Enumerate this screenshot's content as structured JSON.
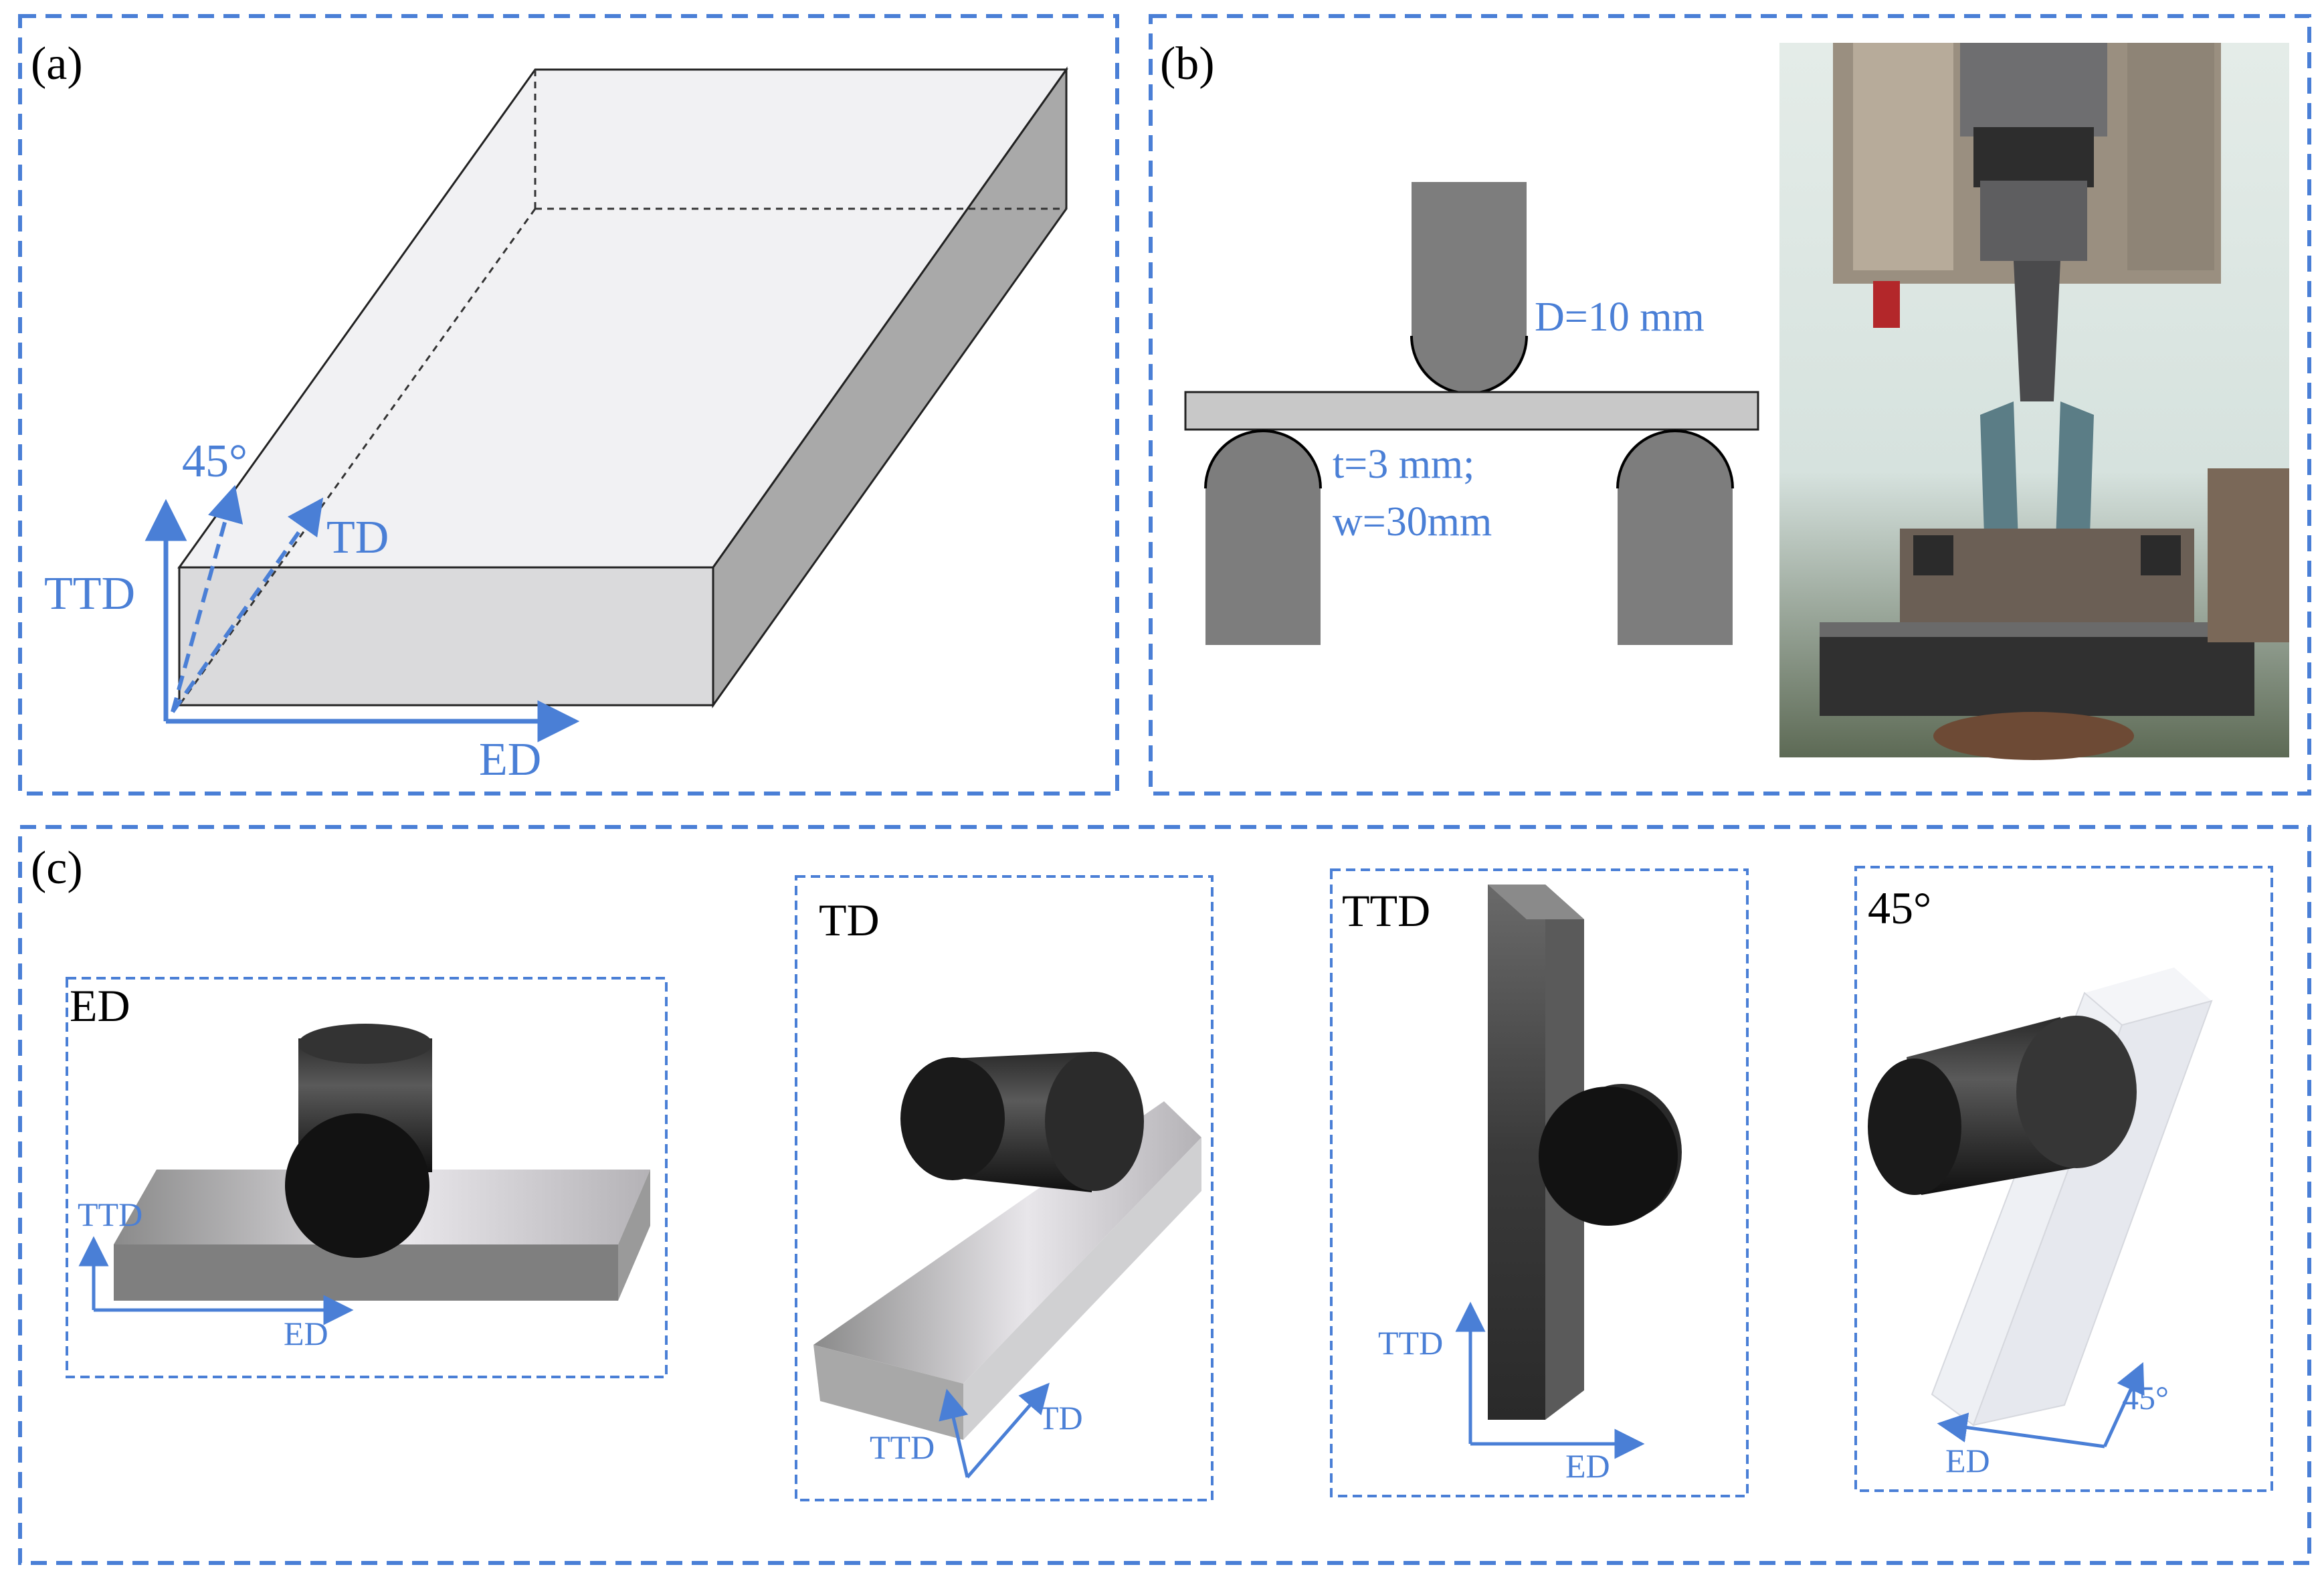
{
  "colors": {
    "frame": "#4a7fd6",
    "annotation": "#4a7fd6",
    "tool_gray": "#7d7d7d",
    "specimen_gray": "#c8c8c8",
    "cylinder_black": "#181818"
  },
  "panel_a": {
    "label": "(a)",
    "axis_ttd": "TTD",
    "axis_ed": "ED",
    "dir_td": "TD",
    "dir_45": "45°"
  },
  "panel_b": {
    "label": "(b)",
    "diameter": "D=10 mm",
    "thickness": "t=3 mm;",
    "width": "w=30mm"
  },
  "panel_c": {
    "label": "(c)",
    "subpanels": [
      {
        "title": "ED",
        "axis1": "TTD",
        "axis2": "ED"
      },
      {
        "title": "TD",
        "axis1": "TTD",
        "axis2": "TD"
      },
      {
        "title": "TTD",
        "axis1": "TTD",
        "axis2": "ED"
      },
      {
        "title": "45°",
        "axis1": "45°",
        "axis2": "ED"
      }
    ]
  }
}
